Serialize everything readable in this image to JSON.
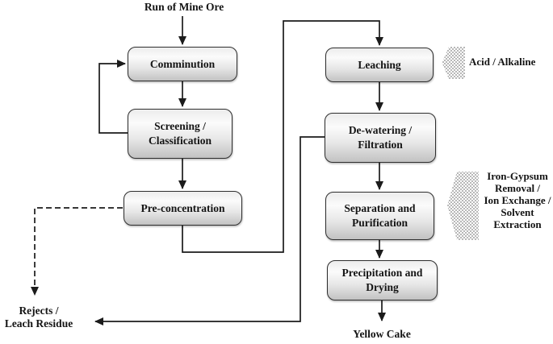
{
  "source_label": "Run of Mine Ore",
  "nodes": {
    "comminution": "Comminution",
    "screening": "Screening / Classification",
    "preconcentration": "Pre-concentration",
    "leaching": "Leaching",
    "dewatering": "De-watering / Filtration",
    "separation": "Separation and Purification",
    "precipitation": "Precipitation and Drying"
  },
  "annotations": {
    "leaching_reagent": "Acid / Alkaline",
    "separation_methods": [
      "Iron-Gypsum",
      "Removal /",
      "Ion Exchange /",
      "Solvent",
      "Extraction"
    ]
  },
  "outputs": {
    "waste": [
      "Rejects /",
      "Leach Residue"
    ],
    "product": "Yellow Cake"
  },
  "colors": {
    "line": "#1b1b1b",
    "box_border": "#2e2e2e",
    "box_fill_top": "#ececec",
    "box_fill_bottom": "#c2c2c2",
    "hatch_dot": "#9a9a9a",
    "background": "#ffffff"
  }
}
